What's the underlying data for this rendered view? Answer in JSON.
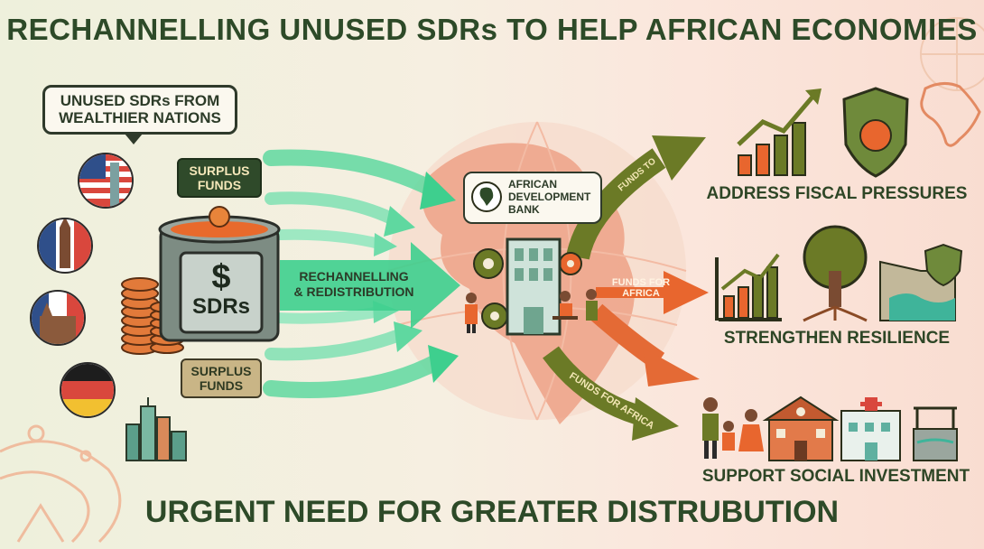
{
  "title": "RECHANNELLING UNUSED SDRs TO HELP AFRICAN ECONOMIES",
  "bottom_title": "URGENT NEED FOR GREATER DISTRUBUTION",
  "source_bubble": [
    "UNUSED SDRs FROM",
    "WEALTHIER NATIONS"
  ],
  "surplus_top": [
    "SURPLUS",
    "FUNDS"
  ],
  "surplus_bottom": [
    "SURPLUS",
    "FUNDS"
  ],
  "vault": {
    "symbol": "$",
    "label": "SDRs"
  },
  "middle_label": [
    "RECHANNELLING",
    "& REDISTRIBUTION"
  ],
  "bank_bubble": [
    "AFRICAN",
    "DEVELOPMENT",
    "BANK"
  ],
  "arrow_labels": {
    "funds_to": "FUNDS TO",
    "funds_for_africa_mid": [
      "FUNDS FOR",
      "AFRICA"
    ],
    "funds_for_africa_low": "FUNDS FOR AFRICA"
  },
  "outcomes": {
    "fiscal": "ADDRESS FISCAL PRESSURES",
    "resilience": "STRENGTHEN RESILIENCE",
    "social": "SUPPORT SOCIAL INVESTMENT"
  },
  "colors": {
    "dark_green": "#2d4a28",
    "mint": "#3ecf8e",
    "olive": "#6b7a26",
    "orange": "#e8662e",
    "brown": "#8a4a25"
  },
  "icons": [
    "usa-flag-icon",
    "uk-flag-icon",
    "france-flag-icon",
    "germany-flag-icon",
    "city-icon",
    "vault-icon",
    "coin-stack-icon",
    "globe-icon",
    "gear-icon",
    "bank-building-icon",
    "growth-chart-icon",
    "money-shield-icon",
    "tree-icon",
    "dam-icon",
    "family-icon",
    "school-icon",
    "hospital-icon",
    "water-well-icon",
    "africa-map-icon"
  ]
}
